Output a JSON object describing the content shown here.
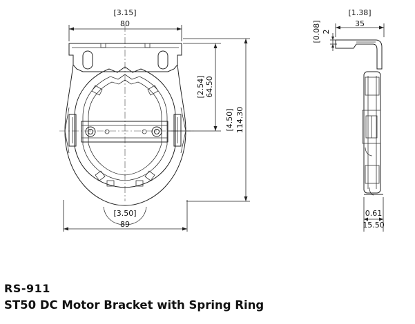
{
  "drawing": {
    "front_view": {
      "width_top": {
        "inch": "[3.15]",
        "mm": "80"
      },
      "width_bottom": {
        "inch": "[3.50]",
        "mm": "89"
      },
      "height_to_center": {
        "inch": "[2.54]",
        "mm": "64.50"
      },
      "height_total": {
        "inch": "[4.50]",
        "mm": "114.30"
      }
    },
    "side_view": {
      "depth": {
        "inch": "[1.38]",
        "mm": "35"
      },
      "thickness": {
        "inch": "[0.08]",
        "mm": "2"
      },
      "base": {
        "inch": "0.61",
        "mm": "15.50"
      }
    }
  },
  "caption": {
    "part_number": "RS-911",
    "part_name": "ST50 DC Motor Bracket with Spring Ring"
  }
}
